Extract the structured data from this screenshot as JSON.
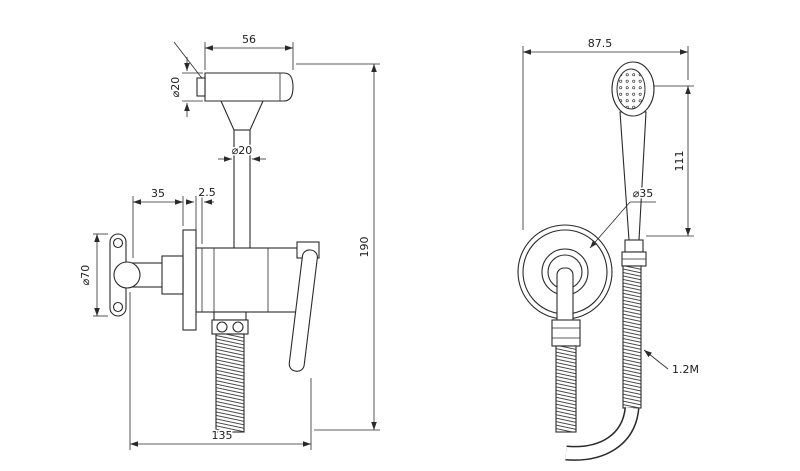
{
  "drawing": {
    "title": "bidet-sprayer-technical-drawing",
    "background": "#ffffff",
    "line_color": "#2a2a2a",
    "left_view": {
      "dim_head_width": "56",
      "dim_head_diameter": "⌀20",
      "dim_tube_diameter": "⌀20",
      "dim_total_height": "190",
      "dim_handle_offset": "35",
      "dim_flange_thickness": "2.5",
      "dim_handle_diameter": "⌀70",
      "dim_total_width": "135"
    },
    "right_view": {
      "dim_top_width": "87.5",
      "dim_handset_height": "111",
      "dim_body_diameter": "⌀35",
      "dim_hose_length": "1.2M"
    }
  }
}
